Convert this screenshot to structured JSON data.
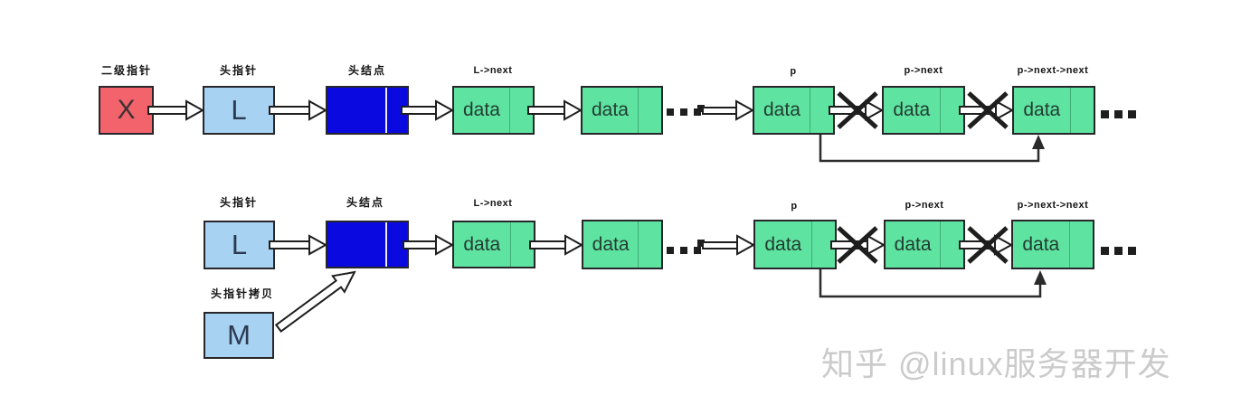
{
  "diagram_title": "singly linked list node deletion with head pointer copy",
  "colors": {
    "secondary_pointer_box": "#f2636b",
    "pointer_box": "#a8d2f2",
    "head_node_box": "#0909e0",
    "data_node_box": "#5ee3a1",
    "box_border": "#26262b",
    "arrow_outline": "#1e1e1e",
    "watermark": "#cbcbcb"
  },
  "row1": {
    "secondary_pointer": {
      "label": "二级指针",
      "value": "X"
    },
    "head_pointer": {
      "label": "头指针",
      "value": "L"
    },
    "head_node": {
      "label": "头结点"
    },
    "nodes": [
      {
        "label": "L->next",
        "value": "data"
      },
      {
        "label": "",
        "value": "data"
      },
      {
        "label": "p",
        "value": "data"
      },
      {
        "label": "p->next",
        "value": "data"
      },
      {
        "label": "p->next->next",
        "value": "data"
      }
    ]
  },
  "row2": {
    "head_pointer": {
      "label": "头指针",
      "value": "L"
    },
    "head_node": {
      "label": "头结点"
    },
    "head_pointer_copy": {
      "label": "头指针拷贝",
      "value": "M"
    },
    "nodes": [
      {
        "label": "L->next",
        "value": "data"
      },
      {
        "label": "",
        "value": "data"
      },
      {
        "label": "p",
        "value": "data"
      },
      {
        "label": "p->next",
        "value": "data"
      },
      {
        "label": "p->next->next",
        "value": "data"
      }
    ]
  },
  "watermark": {
    "text": "知乎 @linux服务器开发"
  }
}
